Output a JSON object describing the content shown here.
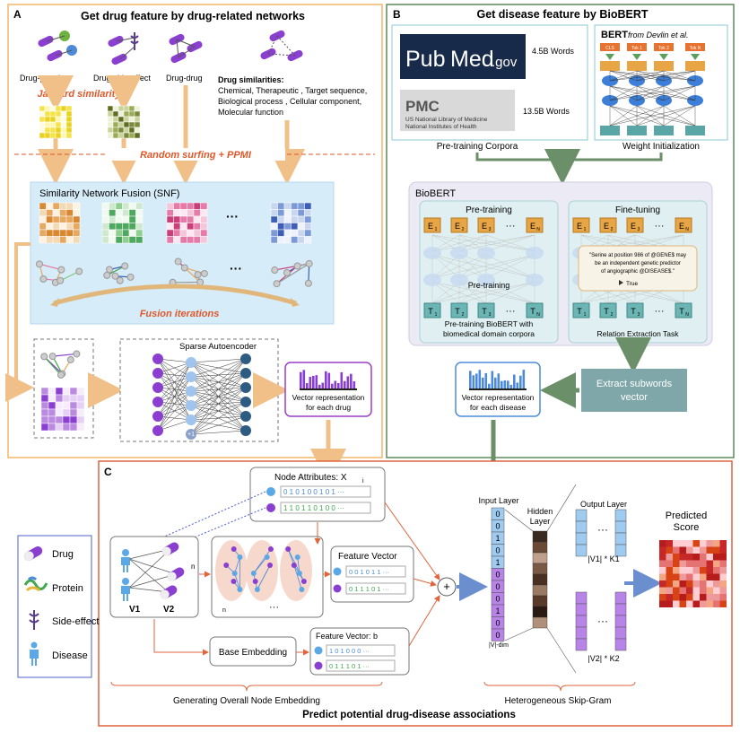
{
  "panelA": {
    "letter": "A",
    "title": "Get drug feature by drug-related networks",
    "networks": [
      "Drug-protein",
      "Drug-side-effect",
      "Drug-drug"
    ],
    "sim_heading": "Drug similarities:",
    "sim_lines": [
      "Chemical, Therapeutic , Target sequence,",
      "Biological process , Cellular component,",
      "Molecular function"
    ],
    "jaccard": "Jaccard similarity",
    "random_surfing": "Random surfing + PPMI",
    "snf_title": "Similarity Network Fusion (SNF)",
    "ellipsis": "···",
    "fusion": "Fusion iterations",
    "autoencoder": "Sparse Autoencoder",
    "plus_one": "+1",
    "vector_label": [
      "Vector representation",
      "for each drug"
    ]
  },
  "panelB": {
    "letter": "B",
    "title": "Get disease feature by BioBERT",
    "pubmed_pub": "Pub",
    "pubmed_med": "Med",
    "pubmed_gov": ".gov",
    "pubmed_words": "4.5B Words",
    "pmc_logo": "PMC",
    "pmc_sub": [
      "US National Library of Medicine",
      "National Institutes of Health"
    ],
    "pmc_words": "13.5B Words",
    "bert_title": "BERT",
    "bert_from": "from Devlin et al.",
    "bert_toks": [
      "CLS",
      "Tok 1",
      "Tok 2",
      "Tok N"
    ],
    "pretrain_corpora": "Pre-training Corpora",
    "weight_init": "Weight Initialization",
    "biobert": "BioBERT",
    "pretraining": "Pre-training",
    "finetuning": "Fine-tuning",
    "e_labels": [
      "E",
      "E",
      "E",
      "E"
    ],
    "e_subs": [
      "1",
      "2",
      "3",
      "N"
    ],
    "t_labels": [
      "T",
      "T",
      "T",
      "T"
    ],
    "t_subs": [
      "1",
      "2",
      "3",
      "N"
    ],
    "pre_caption": [
      "Pre-training BioBERT with",
      "biomedical domain corpora"
    ],
    "ft_quote": [
      "\"Serine at position 986 of @GENE$ may",
      "be an independent genetic predictor",
      "of angiographic @DISEASE$.\""
    ],
    "ft_true": "True",
    "relation_task": "Relation Extraction Task",
    "extract": [
      "Extract subwords",
      "vector"
    ],
    "vector_label": [
      "Vector representation",
      "for each disease"
    ]
  },
  "panelC": {
    "letter": "C",
    "node_attr": "Node Attributes: X",
    "node_attr_sub": "i",
    "attr_bits": [
      "0 1 0 1 0 0 1 0 1 ···",
      "1 1 0 1 1 0 1 0 0 ···"
    ],
    "v1": "V1",
    "v2": "V2",
    "n_i0": "n",
    "n_i_formula": "n",
    "feature_vector": "Feature Vector",
    "fv_bits": [
      "0 0 1 0 1 1 ···",
      "0 1 1 1 0 1 ···"
    ],
    "base_embedding": "Base Embedding",
    "fv_b": "Feature Vector: b",
    "fv_b_bits": [
      "1 0 1 0 0 0 ···",
      "0 1 1 1 0 1 ···"
    ],
    "gen_embedding": "Generating Overall Node Embedding",
    "input_layer": "Input Layer",
    "hidden_layer": [
      "Hidden",
      "Layer"
    ],
    "output_layer": "Output Layer",
    "input_bits": [
      "0",
      "0",
      "1",
      "0",
      "1",
      "0",
      "0",
      "0",
      "1",
      "0",
      "0"
    ],
    "v_dim": "|V|-dim",
    "k1": "|V1| * K1",
    "k2": "|V2| * K2",
    "skipgram": "Heterogeneous Skip-Gram",
    "predicted": [
      "Predicted",
      "Score"
    ],
    "bottom_title": "Predict potential drug-disease associations"
  },
  "legend": {
    "items": [
      "Drug",
      "Protein",
      "Side-effect",
      "Disease"
    ]
  },
  "colors": {
    "panelA_border": "#f2b56b",
    "panelB_border": "#5d8a5a",
    "panelC_border": "#e0643c",
    "accent_red": "#e0572a",
    "snf_fill": "#d6ecf8",
    "purple": "#8a3fd1",
    "blue_node": "#5aa8e6"
  }
}
